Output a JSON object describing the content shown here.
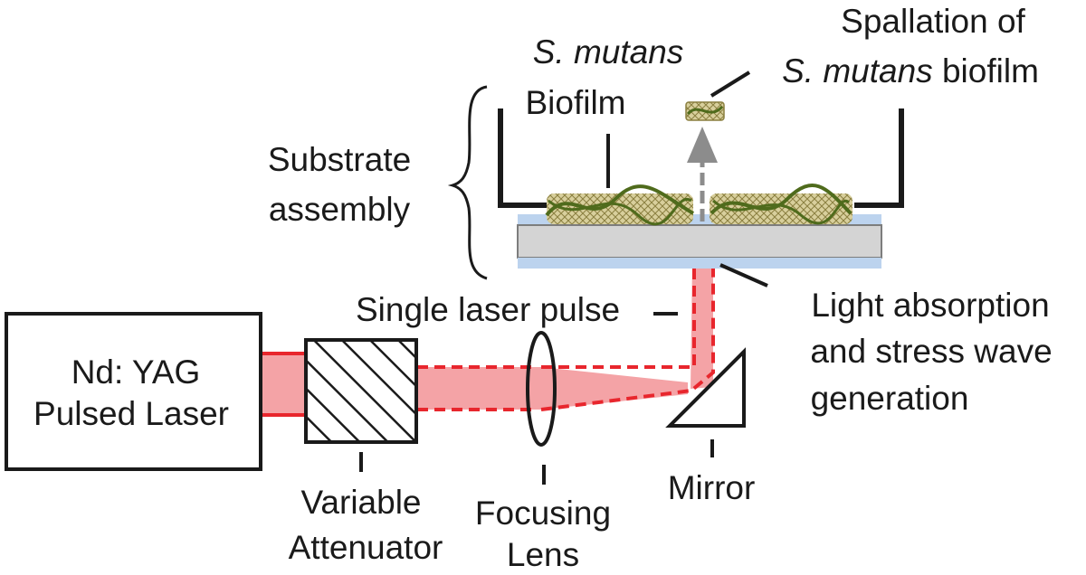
{
  "labels": {
    "laser_line1": "Nd: YAG",
    "laser_line2": "Pulsed Laser",
    "attenuator_line1": "Variable",
    "attenuator_line2": "Attenuator",
    "lens_line1": "Focusing",
    "lens_line2": "Lens",
    "mirror": "Mirror",
    "pulse": "Single laser pulse",
    "absorption_line1": "Light absorption",
    "absorption_line2": "and stress wave",
    "absorption_line3": "generation",
    "substrate_line1": "Substrate",
    "substrate_line2": "assembly",
    "biofilm_italic": "S. mutans",
    "biofilm_line2": "Biofilm",
    "spallation_line1": "Spallation of",
    "spallation_italic": "S. mutans",
    "spallation_rest": " biofilm"
  },
  "colors": {
    "beam_fill": "#f4a3a6",
    "beam_edge": "#e8262d",
    "outline": "#1a1a1a",
    "biofilm": "#4f6b1c",
    "biofilm_fill": "#c9c08a",
    "arrow": "#8c8c8c",
    "substrate_gray": "#d4d4d4",
    "substrate_blue": "#bcd3ee"
  }
}
